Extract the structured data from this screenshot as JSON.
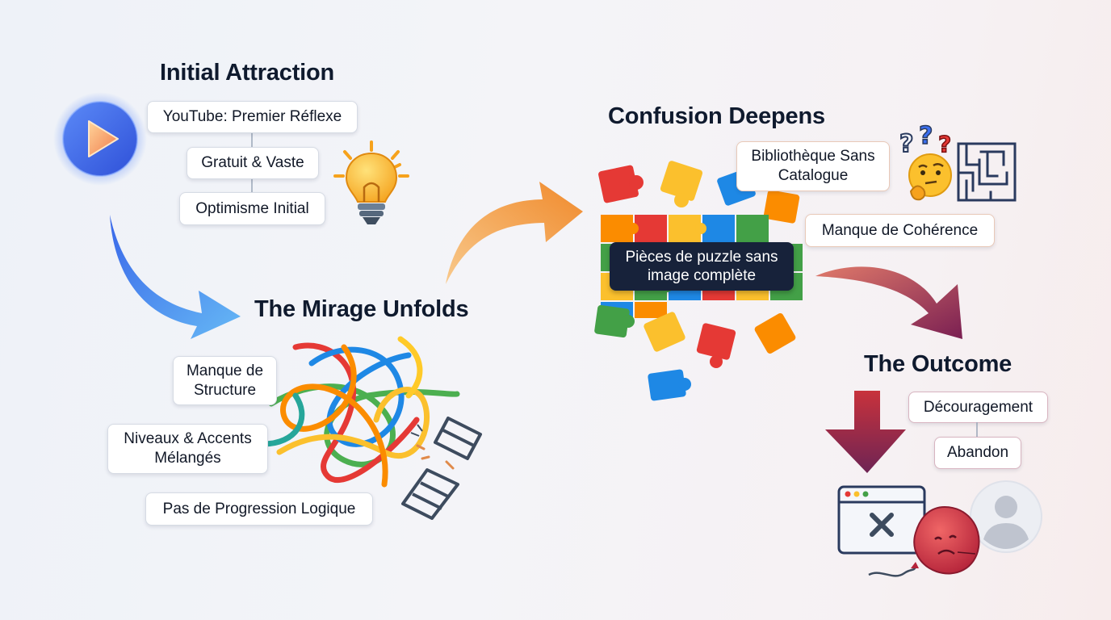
{
  "sections": {
    "initial": {
      "title": "Initial Attraction",
      "items": [
        "YouTube: Premier Réflexe",
        "Gratuit & Vaste",
        "Optimisme Initial"
      ]
    },
    "mirage": {
      "title": "The Mirage Unfolds",
      "items": [
        "Manque de Structure",
        "Niveaux & Accents Mélangés",
        "Pas de Progression Logique"
      ]
    },
    "confusion": {
      "title": "Confusion Deepens",
      "items": [
        "Bibliothèque Sans Catalogue",
        "Manque de Cohérence"
      ],
      "puzzle_label": "Pièces de puzzle sans image complète"
    },
    "outcome": {
      "title": "The Outcome",
      "items": [
        "Découragement",
        "Abandon"
      ]
    }
  },
  "icons": [
    "play-icon",
    "lightbulb-icon",
    "tangled-lines-icon",
    "broken-ladder-icon",
    "puzzle-pieces-icon",
    "thinking-face-icon",
    "question-marks-icon",
    "maze-icon",
    "down-arrow-icon",
    "error-window-icon",
    "deflated-balloon-icon",
    "user-avatar-icon"
  ],
  "colors": {
    "blue_accent": "#3b6ff0",
    "orange_accent": "#f2913a",
    "crimson_accent": "#a8283e",
    "dark_label": "#17223a"
  }
}
